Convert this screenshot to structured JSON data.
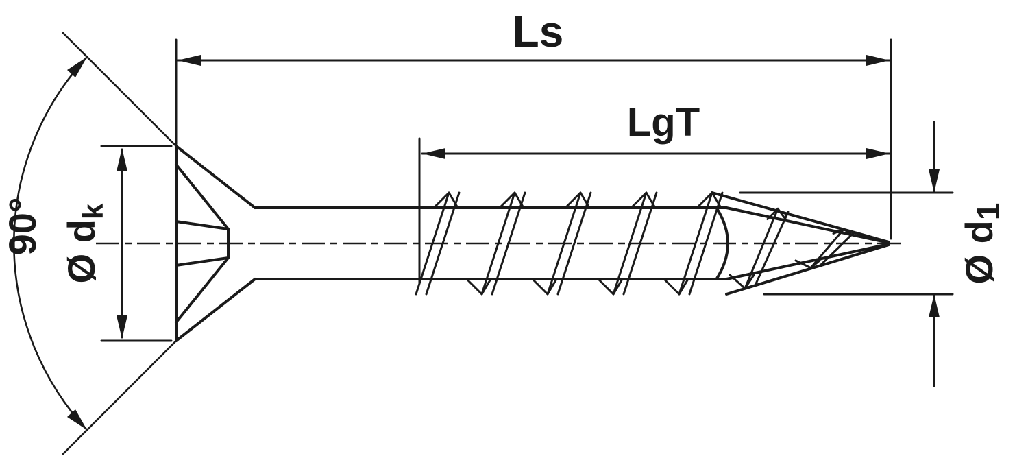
{
  "diagram": {
    "type": "technical-drawing",
    "subject": "countersunk wood screw side view with dimension annotations",
    "background_color": "#ffffff",
    "line_color": "#1a1a1a",
    "dimensions": {
      "overall_length_label": "Ls",
      "thread_length_label": "LgT",
      "head_angle_label": "90°",
      "head_diameter_label": "Ø d",
      "head_diameter_subscript": "k",
      "thread_diameter_label": "Ø d",
      "thread_diameter_subscript": "1"
    }
  }
}
